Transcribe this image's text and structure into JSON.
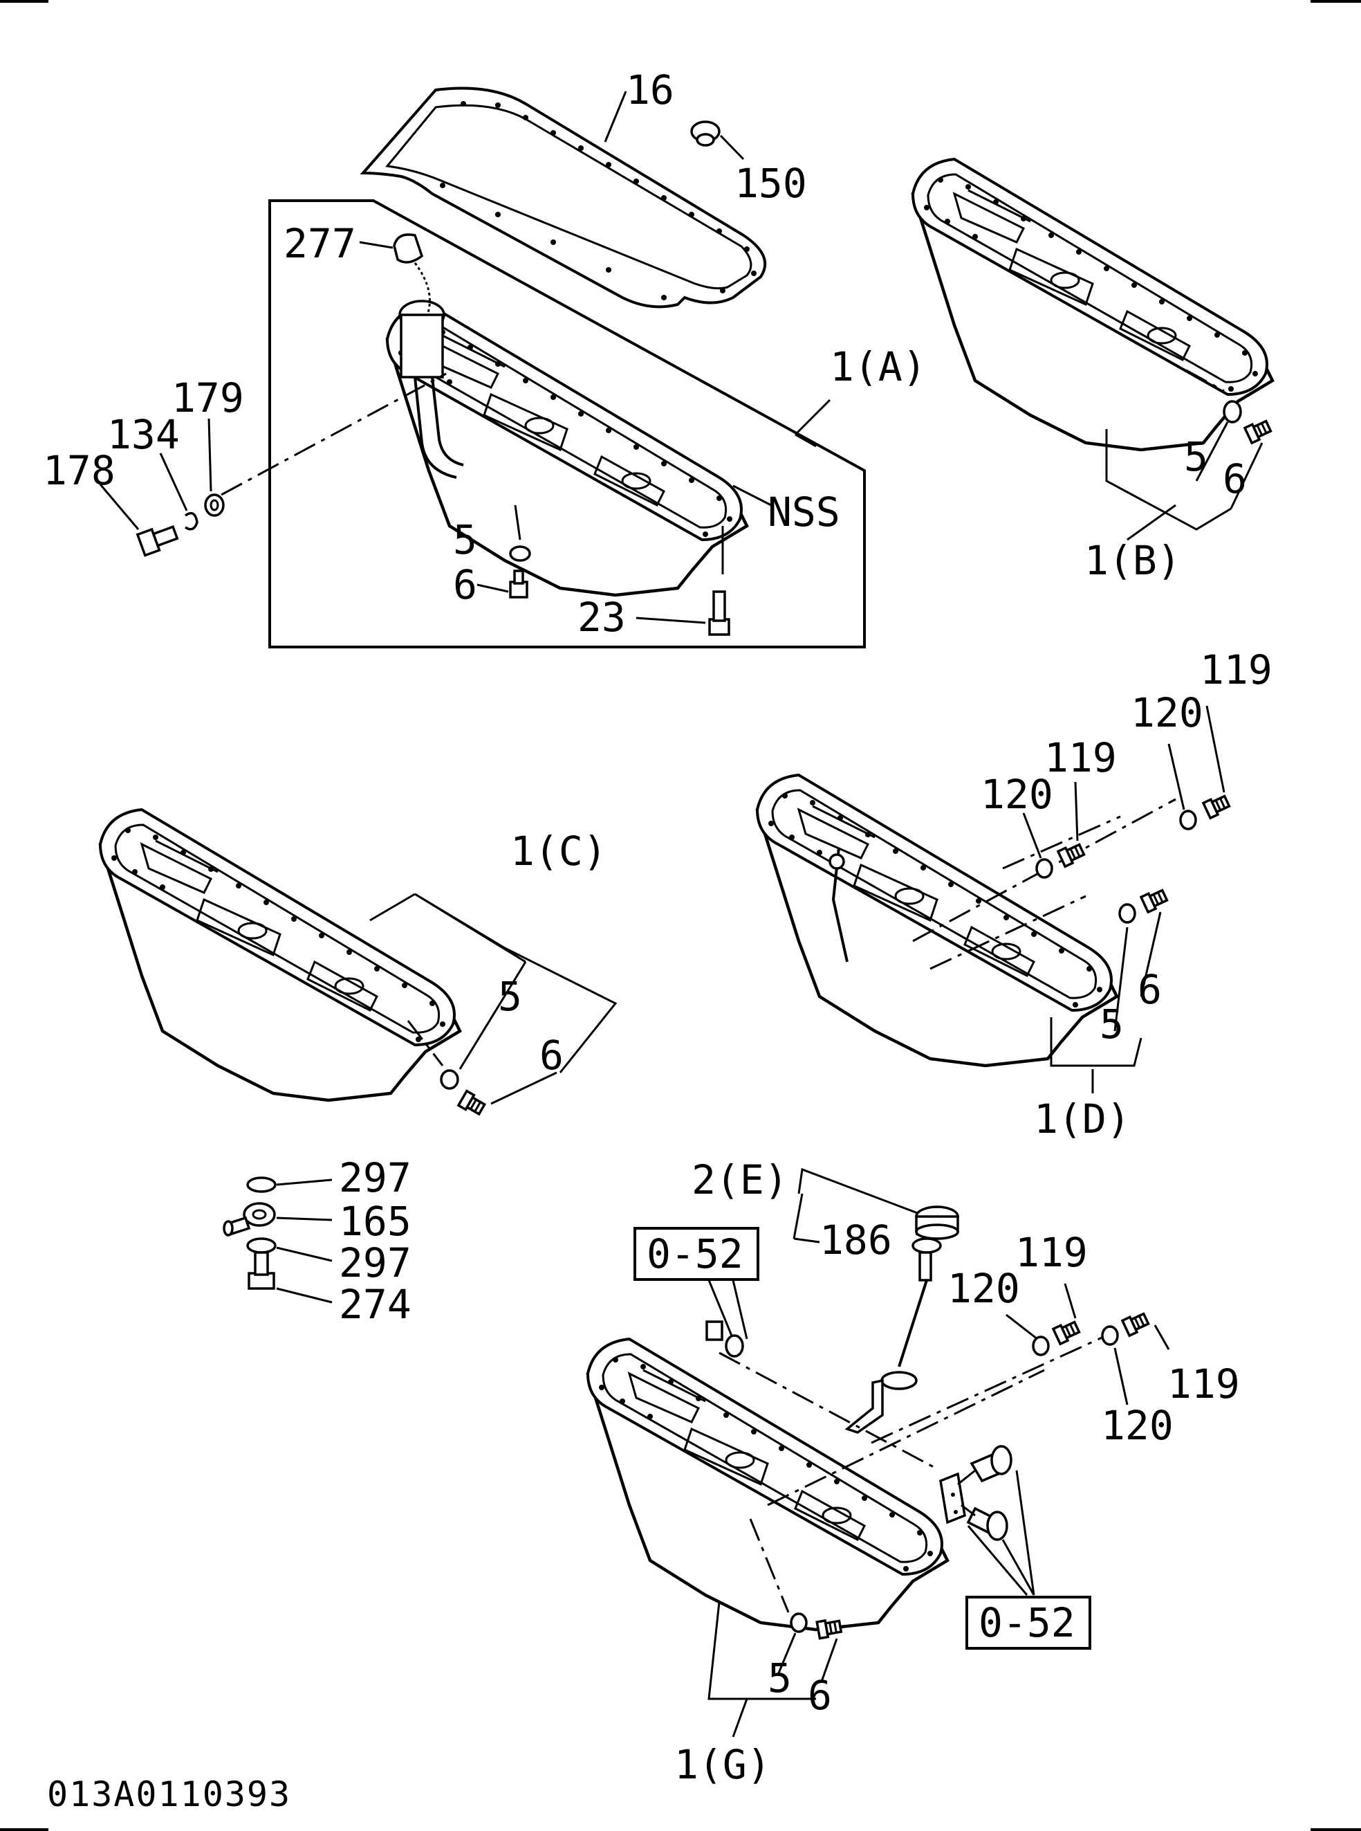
{
  "labels": {
    "p16": "16",
    "p150": "150",
    "p277": "277",
    "p179": "179",
    "p134": "134",
    "p178": "178",
    "a1": "1(A)",
    "nss": "NSS",
    "a5": "5",
    "a6": "6",
    "a23": "23",
    "b5": "5",
    "b6": "6",
    "b1": "1(B)",
    "c1": "1(C)",
    "c5": "5",
    "c6": "6",
    "d119a": "119",
    "d120a": "120",
    "d119b": "119",
    "d120b": "120",
    "d6": "6",
    "d5": "5",
    "d1": "1(D)",
    "k297a": "297",
    "k165": "165",
    "k297b": "297",
    "k274": "274",
    "e2": "2(E)",
    "e186": "186",
    "ref052a": "0-52",
    "g119a": "119",
    "g120a": "120",
    "g119b": "119",
    "g120b": "120",
    "ref052b": "0-52",
    "g5": "5",
    "g6": "6",
    "g1": "1(G)",
    "drawing_code": "013A0110393"
  }
}
